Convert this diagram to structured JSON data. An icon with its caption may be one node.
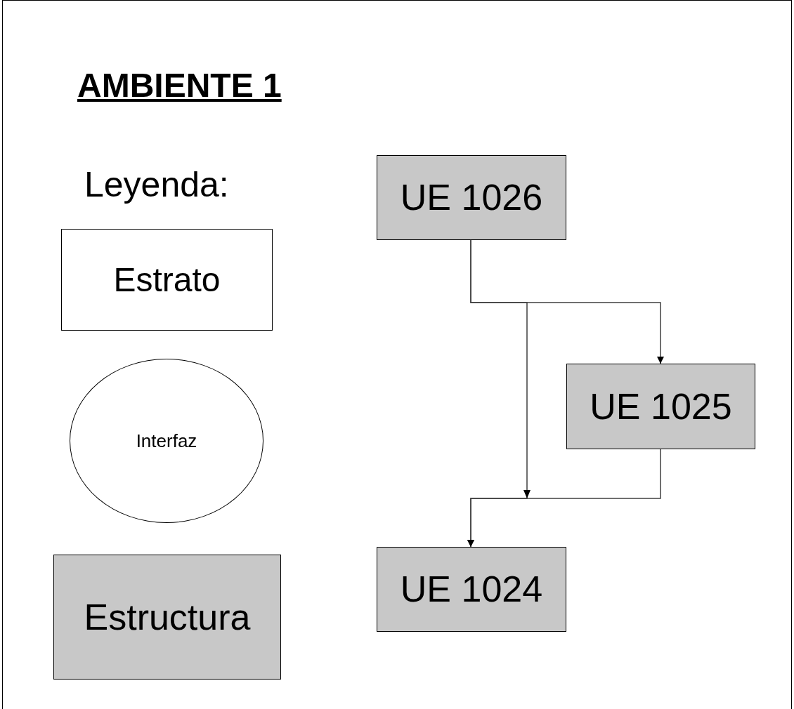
{
  "diagram": {
    "title": "AMBIENTE 1",
    "nodes": [
      {
        "text": [
          "Estrato"
        ]
      },
      {
        "text": [
          "Interfaz"
        ]
      },
      {
        "text": [
          "Estructura"
        ]
      },
      {
        "text": [
          "UE 1026"
        ]
      },
      {
        "text": [
          "UE 1025"
        ]
      },
      {
        "text": [
          "UE 1024"
        ]
      }
    ],
    "edges": [
      {
        "from": 3,
        "to": 4,
        "arrow": "to"
      },
      {
        "from": 3,
        "to": 5,
        "arrow": "to"
      },
      {
        "from": 4,
        "to": 5,
        "arrow": "to"
      }
    ],
    "labels": [
      "Leyenda:"
    ]
  }
}
